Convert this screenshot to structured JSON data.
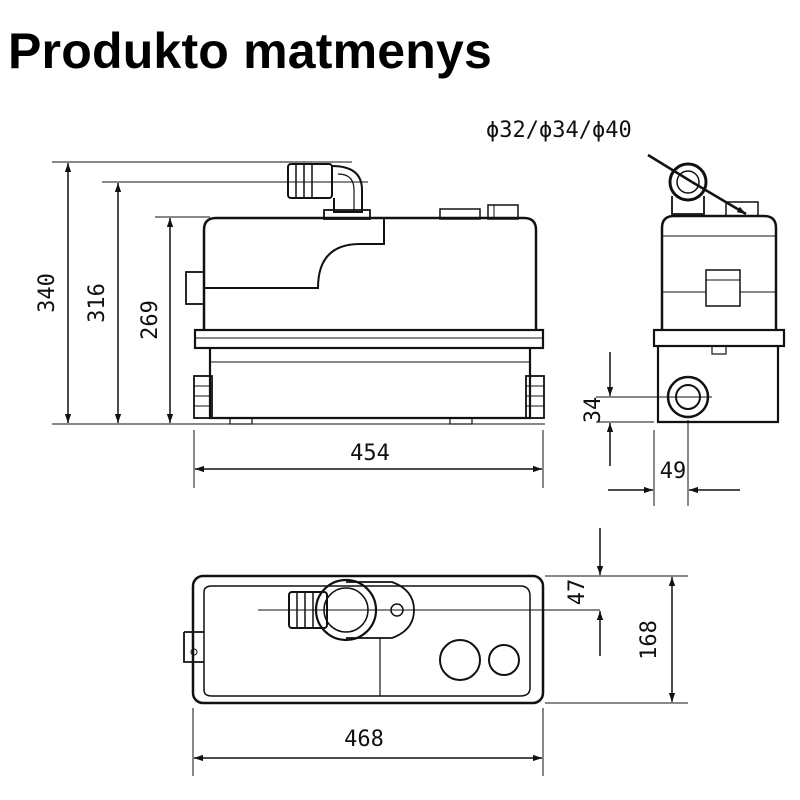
{
  "title": "Produkto matmenys",
  "dimensions": {
    "diameter_label": "ϕ32/ϕ34/ϕ40",
    "height_total": "340",
    "height_mid": "316",
    "height_body": "269",
    "width_front": "454",
    "outlet_height": "34",
    "outlet_offset": "49",
    "top_offset": "47",
    "depth": "168",
    "width_top": "468"
  }
}
